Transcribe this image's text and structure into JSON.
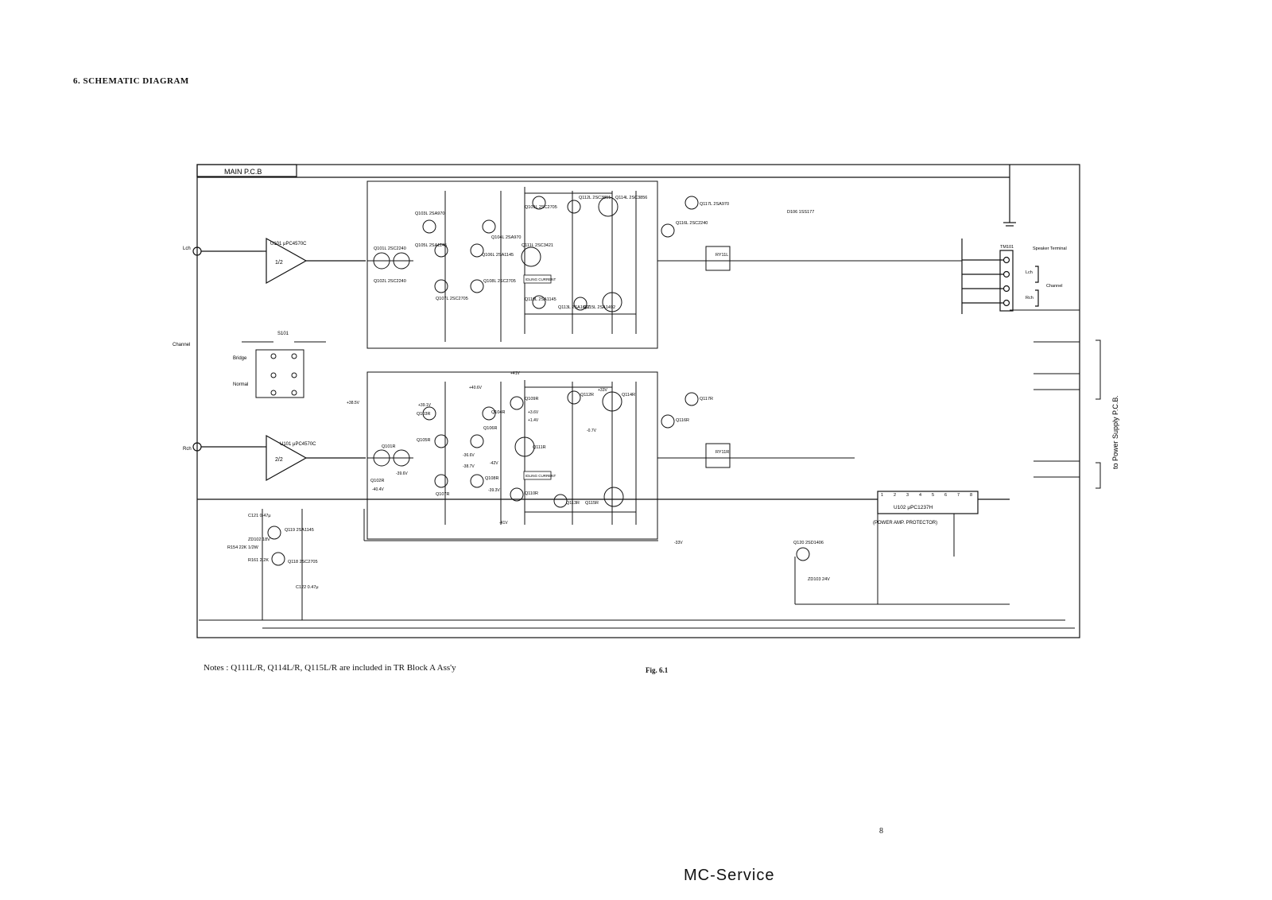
{
  "header": {
    "section_title": "6.   SCHEMATIC DIAGRAM"
  },
  "board": {
    "title": "MAIN  P.C.B"
  },
  "inputs": {
    "left": "Lch",
    "right": "Rch",
    "channel": "Channel"
  },
  "switch": {
    "ref": "S101",
    "bridge": "Bridge",
    "normal": "Normal"
  },
  "opamps": {
    "left": "U101 μPC4570C",
    "right": "U101 μPC4570C",
    "left_half": "1/2",
    "right_half": "2/2"
  },
  "transistors_left": [
    "Q101L 2SC2240",
    "Q102L 2SC2240",
    "Q103L 2SA970",
    "Q104L 2SA970",
    "Q105L 2SA1145",
    "Q106L 2SA1145",
    "Q107L 2SC2705",
    "Q108L 2SC2705",
    "Q109L 2SC2705",
    "Q110L 2SA1145",
    "Q111L 2SC3421",
    "Q112L 2SC3851",
    "Q113L 2SA1667",
    "Q114L 2SC3856",
    "Q115L 2SA1492",
    "Q116L 2SC2240",
    "Q117L 2SA970"
  ],
  "transistors_right": [
    "Q101R",
    "Q102R",
    "Q103R",
    "Q104R",
    "Q105R",
    "Q106R",
    "Q107R",
    "Q108R",
    "Q109R",
    "Q110R",
    "Q111R",
    "Q112R",
    "Q113R",
    "Q114R",
    "Q115R",
    "Q116R",
    "Q117R"
  ],
  "misc_parts": [
    "Q118 2SC2705",
    "Q119 2SA1145",
    "Q120 2SD1406",
    "D106 1SS177",
    "ZD102 18V",
    "ZD103 24V",
    "R154 22K 1/2W",
    "R161 2.2K",
    "C121 0.47μ",
    "C122 0.47μ"
  ],
  "idling": {
    "label": "IDLING CURRENT"
  },
  "relay": {
    "left": "RY11L",
    "right": "RY11R"
  },
  "voltages": [
    "+38.5V",
    "+39.1V",
    "+40.6V",
    "+3.6V",
    "+1.4V",
    "-0.7V",
    "+33V",
    "-33V",
    "-41V",
    "+41V",
    "-42V",
    "-36.6V",
    "-38.7V",
    "-39.6V",
    "-40.4V",
    "-39.3V"
  ],
  "terminal": {
    "ref": "TM101",
    "speaker": "Speaker Terminal",
    "lch": "Lch",
    "rch": "Rch",
    "channel": "Channel"
  },
  "protector": {
    "ref": "U102  μPC1237H",
    "desc": "(POWER AMP. PROTECTOR)",
    "pins": [
      "1",
      "2",
      "3",
      "4",
      "5",
      "6",
      "7",
      "8"
    ]
  },
  "power_supply": {
    "label": "to Power Supply P.C.B."
  },
  "footer": {
    "notes": "Notes : Q111L/R, Q114L/R, Q115L/R are included in TR Block A Ass'y",
    "figure": "Fig. 6.1",
    "page_number": "8",
    "watermark": "MC-Service"
  }
}
